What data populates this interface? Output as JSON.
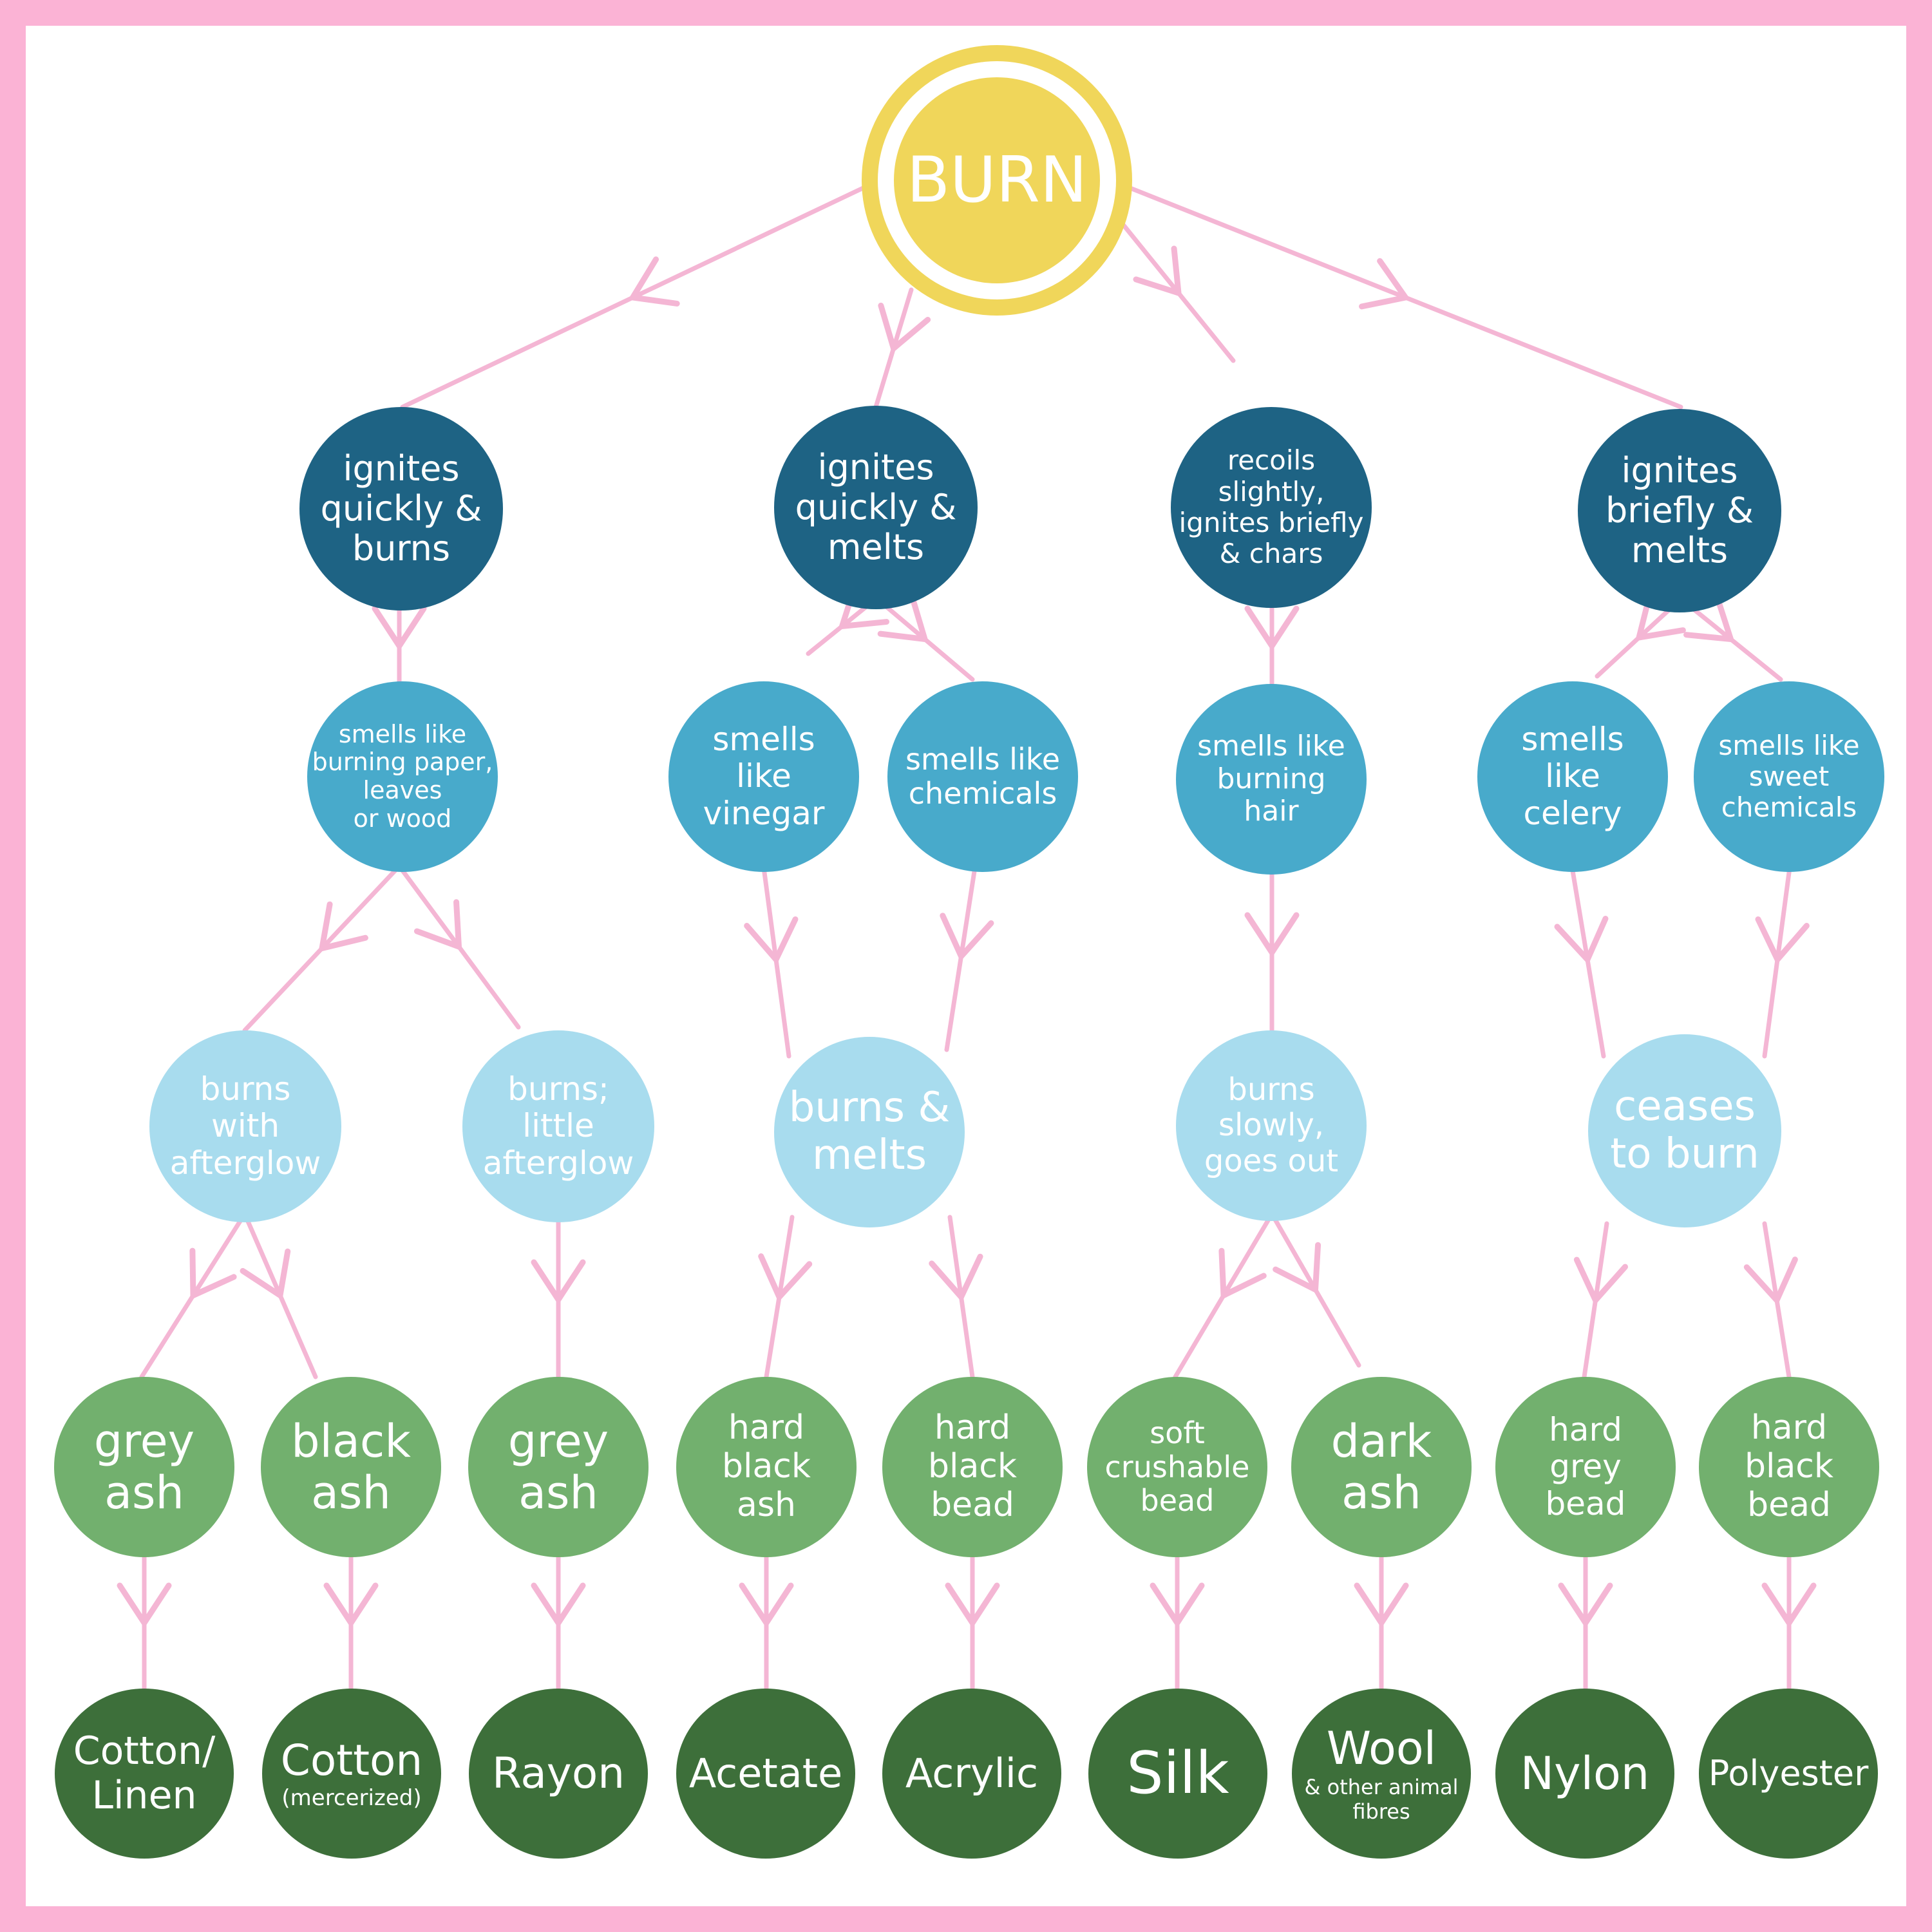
{
  "colors": {
    "frame": "#fbb3d5",
    "edge": "#f4b6d4",
    "root": "#f0d65a",
    "level1": "#1e6384",
    "level2": "#48aacb",
    "level3": "#a8dcee",
    "level4": "#72b06e",
    "level5": "#3d6f3a",
    "text_light": "#ffffff"
  },
  "root": {
    "label": "BURN"
  },
  "level1": [
    {
      "label": "ignites\nquickly &\nburns"
    },
    {
      "label": "ignites\nquickly &\nmelts"
    },
    {
      "label": "recoils\nslightly,\nignites briefly\n& chars"
    },
    {
      "label": "ignites\nbriefly &\nmelts"
    }
  ],
  "level2": [
    {
      "label": "smells like\nburning paper,\nleaves\nor wood"
    },
    {
      "label": "smells\nlike\nvinegar"
    },
    {
      "label": "smells like\nchemicals"
    },
    {
      "label": "smells like\nburning\nhair"
    },
    {
      "label": "smells\nlike\ncelery"
    },
    {
      "label": "smells like\nsweet\nchemicals"
    }
  ],
  "level3": [
    {
      "label": "burns\nwith\nafterglow"
    },
    {
      "label": "burns;\nlittle\nafterglow"
    },
    {
      "label": "burns &\nmelts"
    },
    {
      "label": "burns\nslowly,\ngoes out"
    },
    {
      "label": "ceases\nto burn"
    }
  ],
  "level4": [
    {
      "label": "grey\nash"
    },
    {
      "label": "black\nash"
    },
    {
      "label": "grey\nash"
    },
    {
      "label": "hard\nblack\nash"
    },
    {
      "label": "hard\nblack\nbead"
    },
    {
      "label": "soft\ncrushable\nbead"
    },
    {
      "label": "dark\nash"
    },
    {
      "label": "hard\ngrey\nbead"
    },
    {
      "label": "hard\nblack\nbead"
    }
  ],
  "level5": [
    {
      "label": "Cotton/\nLinen"
    },
    {
      "label": "Cotton",
      "sub": "(mercerized)"
    },
    {
      "label": "Rayon"
    },
    {
      "label": "Acetate"
    },
    {
      "label": "Acrylic"
    },
    {
      "label": "Silk"
    },
    {
      "label": "Wool",
      "sub": "& other animal\nfibres"
    },
    {
      "label": "Nylon"
    },
    {
      "label": "Polyester"
    }
  ]
}
